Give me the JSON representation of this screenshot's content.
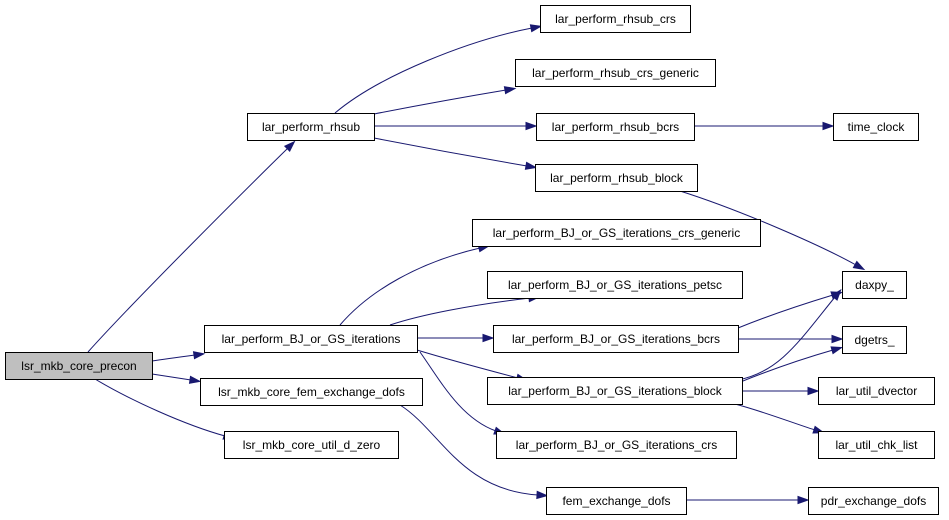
{
  "graph": {
    "colors": {
      "edge": "#191970",
      "node_border": "#000000",
      "root_fill": "#bfbfbf",
      "node_fill": "#ffffff"
    },
    "nodes": [
      {
        "id": "lsr_mkb_core_precon",
        "label": "lsr_mkb_core_precon",
        "root": true
      },
      {
        "id": "lar_perform_rhsub",
        "label": "lar_perform_rhsub"
      },
      {
        "id": "lar_perform_rhsub_crs",
        "label": "lar_perform_rhsub_crs"
      },
      {
        "id": "lar_perform_rhsub_crs_generic",
        "label": "lar_perform_rhsub_crs_generic"
      },
      {
        "id": "lar_perform_rhsub_bcrs",
        "label": "lar_perform_rhsub_bcrs"
      },
      {
        "id": "lar_perform_rhsub_block",
        "label": "lar_perform_rhsub_block"
      },
      {
        "id": "time_clock",
        "label": "time_clock"
      },
      {
        "id": "daxpy_",
        "label": "daxpy_"
      },
      {
        "id": "dgetrs_",
        "label": "dgetrs_"
      },
      {
        "id": "lar_perform_BJ_or_GS_iterations",
        "label": "lar_perform_BJ_or_GS_iterations"
      },
      {
        "id": "lar_perform_BJ_or_GS_iterations_crs_generic",
        "label": "lar_perform_BJ_or_GS_iterations_crs_generic"
      },
      {
        "id": "lar_perform_BJ_or_GS_iterations_petsc",
        "label": "lar_perform_BJ_or_GS_iterations_petsc"
      },
      {
        "id": "lar_perform_BJ_or_GS_iterations_bcrs",
        "label": "lar_perform_BJ_or_GS_iterations_bcrs"
      },
      {
        "id": "lar_perform_BJ_or_GS_iterations_block",
        "label": "lar_perform_BJ_or_GS_iterations_block"
      },
      {
        "id": "lar_perform_BJ_or_GS_iterations_crs",
        "label": "lar_perform_BJ_or_GS_iterations_crs"
      },
      {
        "id": "lar_util_dvector",
        "label": "lar_util_dvector"
      },
      {
        "id": "lar_util_chk_list",
        "label": "lar_util_chk_list"
      },
      {
        "id": "lsr_mkb_core_fem_exchange_dofs",
        "label": "lsr_mkb_core_fem_exchange_dofs"
      },
      {
        "id": "lsr_mkb_core_util_d_zero",
        "label": "lsr_mkb_core_util_d_zero"
      },
      {
        "id": "fem_exchange_dofs",
        "label": "fem_exchange_dofs"
      },
      {
        "id": "pdr_exchange_dofs",
        "label": "pdr_exchange_dofs"
      }
    ],
    "edges": [
      {
        "from": "lsr_mkb_core_precon",
        "to": "lar_perform_rhsub"
      },
      {
        "from": "lsr_mkb_core_precon",
        "to": "lar_perform_BJ_or_GS_iterations"
      },
      {
        "from": "lsr_mkb_core_precon",
        "to": "lsr_mkb_core_fem_exchange_dofs"
      },
      {
        "from": "lsr_mkb_core_precon",
        "to": "lsr_mkb_core_util_d_zero"
      },
      {
        "from": "lar_perform_rhsub",
        "to": "lar_perform_rhsub_crs"
      },
      {
        "from": "lar_perform_rhsub",
        "to": "lar_perform_rhsub_crs_generic"
      },
      {
        "from": "lar_perform_rhsub",
        "to": "lar_perform_rhsub_bcrs"
      },
      {
        "from": "lar_perform_rhsub",
        "to": "lar_perform_rhsub_block"
      },
      {
        "from": "lar_perform_rhsub_bcrs",
        "to": "time_clock"
      },
      {
        "from": "lar_perform_rhsub_block",
        "to": "daxpy_"
      },
      {
        "from": "lar_perform_BJ_or_GS_iterations",
        "to": "lar_perform_BJ_or_GS_iterations_crs_generic"
      },
      {
        "from": "lar_perform_BJ_or_GS_iterations",
        "to": "lar_perform_BJ_or_GS_iterations_petsc"
      },
      {
        "from": "lar_perform_BJ_or_GS_iterations",
        "to": "lar_perform_BJ_or_GS_iterations_bcrs"
      },
      {
        "from": "lar_perform_BJ_or_GS_iterations",
        "to": "lar_perform_BJ_or_GS_iterations_block"
      },
      {
        "from": "lar_perform_BJ_or_GS_iterations",
        "to": "lar_perform_BJ_or_GS_iterations_crs"
      },
      {
        "from": "lar_perform_BJ_or_GS_iterations_bcrs",
        "to": "daxpy_"
      },
      {
        "from": "lar_perform_BJ_or_GS_iterations_bcrs",
        "to": "dgetrs_"
      },
      {
        "from": "lar_perform_BJ_or_GS_iterations_block",
        "to": "daxpy_"
      },
      {
        "from": "lar_perform_BJ_or_GS_iterations_block",
        "to": "dgetrs_"
      },
      {
        "from": "lar_perform_BJ_or_GS_iterations_block",
        "to": "lar_util_dvector"
      },
      {
        "from": "lar_perform_BJ_or_GS_iterations_block",
        "to": "lar_util_chk_list"
      },
      {
        "from": "lsr_mkb_core_fem_exchange_dofs",
        "to": "fem_exchange_dofs"
      },
      {
        "from": "fem_exchange_dofs",
        "to": "pdr_exchange_dofs"
      }
    ]
  }
}
